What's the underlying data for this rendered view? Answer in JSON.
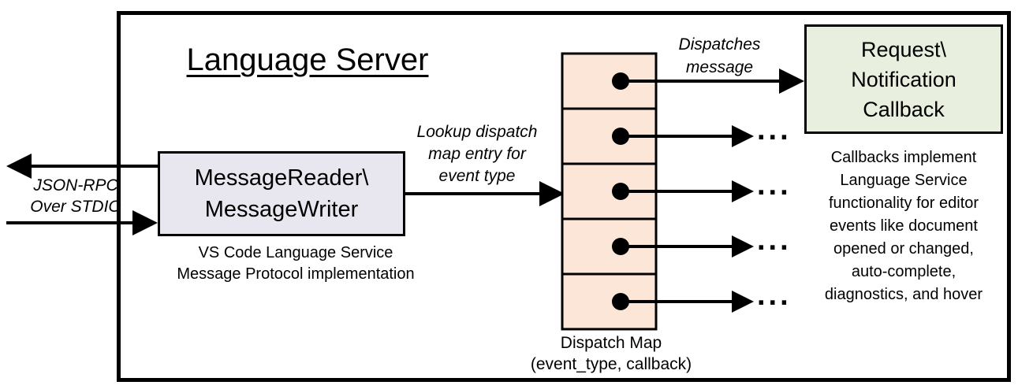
{
  "diagram": {
    "title": "Language Server",
    "io_label": {
      "line1": "JSON-RPC",
      "line2": "Over STDIO"
    },
    "message_box": {
      "line1": "MessageReader\\",
      "line2": "MessageWriter"
    },
    "message_box_caption": {
      "line1": "VS Code Language Service",
      "line2": "Message Protocol implementation"
    },
    "lookup_label": {
      "line1": "Lookup dispatch",
      "line2": "map entry for",
      "line3": "event type"
    },
    "dispatches_label": {
      "line1": "Dispatches",
      "line2": "message"
    },
    "callback_box": {
      "line1": "Request\\",
      "line2": "Notification",
      "line3": "Callback"
    },
    "callback_note": {
      "lines": [
        "Callbacks implement",
        "Language Service",
        "functionality for editor",
        "events like document",
        "opened or changed,",
        "auto-complete,",
        "diagnostics, and hover"
      ]
    },
    "dispatch_map": {
      "cell_count": 5,
      "ellipsis": "...",
      "label_line1": "Dispatch Map",
      "label_line2": "(event_type, callback)"
    },
    "colors": {
      "message_box_fill": "#e8e7ef",
      "dispatch_map_fill": "#fce6d8",
      "callback_box_fill": "#e8efde",
      "stroke": "#000000"
    }
  }
}
